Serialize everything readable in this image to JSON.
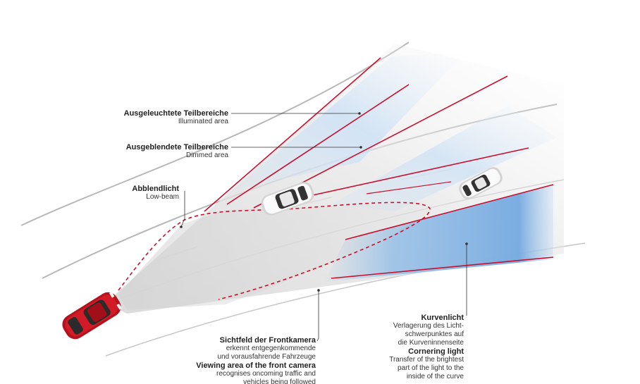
{
  "labels": {
    "illuminated": {
      "de": "Ausgeleuchtete Teilbereiche",
      "en": "Illuminated area"
    },
    "dimmed": {
      "de": "Ausgeblendete Teilbereiche",
      "en": "Dimmed area"
    },
    "lowbeam": {
      "de": "Abblendlicht",
      "en": "Low-beam"
    },
    "camera": {
      "de": "Sichtfeld der Frontkamera",
      "de_desc_1": "erkennt entgegenkommende",
      "de_desc_2": "und vorausfahrende Fahrzeuge",
      "en": "Viewing area of the front camera",
      "en_desc_1": "recognises oncoming traffic and",
      "en_desc_2": "vehicles being followed"
    },
    "cornering": {
      "de": "Kurvenlicht",
      "de_desc_1": "Verlagerung des Licht-",
      "de_desc_2": "schwerpunktes auf",
      "de_desc_3": "die Kurveninnenseite",
      "en": "Cornering light",
      "en_desc_1": "Transfer of the brightest",
      "en_desc_2": "part of the light to the",
      "en_desc_3": "inside of the curve"
    }
  },
  "colors": {
    "beam_red": "#c8102e",
    "car_red": "#c0101c",
    "road_gray": "#b5b5b5",
    "illuminated_blue": "#d7e8f7",
    "cornering_blue": "#7fb2e3"
  },
  "icons": {
    "ego_vehicle": "red-car-icon",
    "oncoming_vehicle": "white-car-icon",
    "preceding_vehicle": "white-car-icon"
  }
}
